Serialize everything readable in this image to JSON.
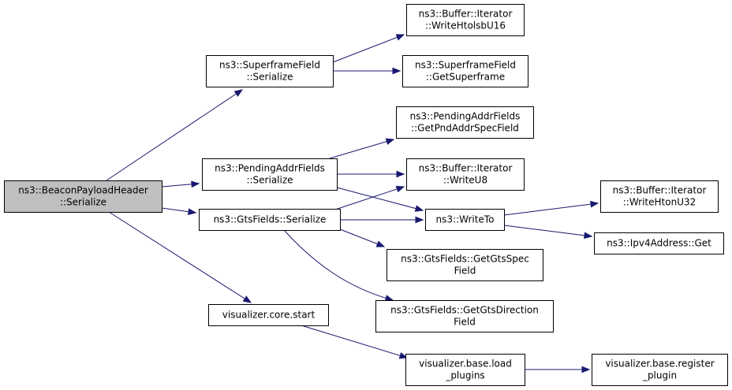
{
  "colors": {
    "root_fill": "#bfbfbf",
    "node_fill": "#ffffff",
    "node_stroke": "#000000",
    "edge": "#191970"
  },
  "nodes": [
    {
      "id": "beacon",
      "lines": [
        "ns3::BeaconPayloadHeader",
        "::Serialize"
      ],
      "root": true
    },
    {
      "id": "superframe_ser",
      "lines": [
        "ns3::SuperframeField",
        "::Serialize"
      ]
    },
    {
      "id": "pending_ser",
      "lines": [
        "ns3::PendingAddrFields",
        "::Serialize"
      ]
    },
    {
      "id": "gts_ser",
      "lines": [
        "ns3::GtsFields::Serialize"
      ]
    },
    {
      "id": "viz_start",
      "lines": [
        "visualizer.core.start"
      ]
    },
    {
      "id": "write_htolsb",
      "lines": [
        "ns3::Buffer::Iterator",
        "::WriteHtolsbU16"
      ]
    },
    {
      "id": "get_superframe",
      "lines": [
        "ns3::SuperframeField",
        "::GetSuperframe"
      ]
    },
    {
      "id": "get_pnd",
      "lines": [
        "ns3::PendingAddrFields",
        "::GetPndAddrSpecField"
      ]
    },
    {
      "id": "write_u8",
      "lines": [
        "ns3::Buffer::Iterator",
        "::WriteU8"
      ]
    },
    {
      "id": "write_to",
      "lines": [
        "ns3::WriteTo"
      ]
    },
    {
      "id": "gts_spec",
      "lines": [
        "ns3::GtsFields::GetGtsSpec",
        "Field"
      ]
    },
    {
      "id": "gts_dir",
      "lines": [
        "ns3::GtsFields::GetGtsDirection",
        "Field"
      ]
    },
    {
      "id": "load_plugins",
      "lines": [
        "visualizer.base.load",
        "_plugins"
      ]
    },
    {
      "id": "write_hton",
      "lines": [
        "ns3::Buffer::Iterator",
        "::WriteHtonU32"
      ]
    },
    {
      "id": "ipv4_get",
      "lines": [
        "ns3::Ipv4Address::Get"
      ]
    },
    {
      "id": "register_plugin",
      "lines": [
        "visualizer.base.register",
        "_plugin"
      ]
    }
  ],
  "edges": [
    {
      "from": "beacon",
      "to": "superframe_ser"
    },
    {
      "from": "beacon",
      "to": "pending_ser"
    },
    {
      "from": "beacon",
      "to": "gts_ser"
    },
    {
      "from": "beacon",
      "to": "viz_start"
    },
    {
      "from": "superframe_ser",
      "to": "write_htolsb"
    },
    {
      "from": "superframe_ser",
      "to": "get_superframe"
    },
    {
      "from": "pending_ser",
      "to": "get_pnd"
    },
    {
      "from": "pending_ser",
      "to": "write_u8"
    },
    {
      "from": "pending_ser",
      "to": "write_to"
    },
    {
      "from": "gts_ser",
      "to": "write_u8"
    },
    {
      "from": "gts_ser",
      "to": "write_to"
    },
    {
      "from": "gts_ser",
      "to": "gts_spec"
    },
    {
      "from": "gts_ser",
      "to": "gts_dir"
    },
    {
      "from": "write_to",
      "to": "write_hton"
    },
    {
      "from": "write_to",
      "to": "ipv4_get"
    },
    {
      "from": "viz_start",
      "to": "load_plugins"
    },
    {
      "from": "load_plugins",
      "to": "register_plugin"
    }
  ]
}
